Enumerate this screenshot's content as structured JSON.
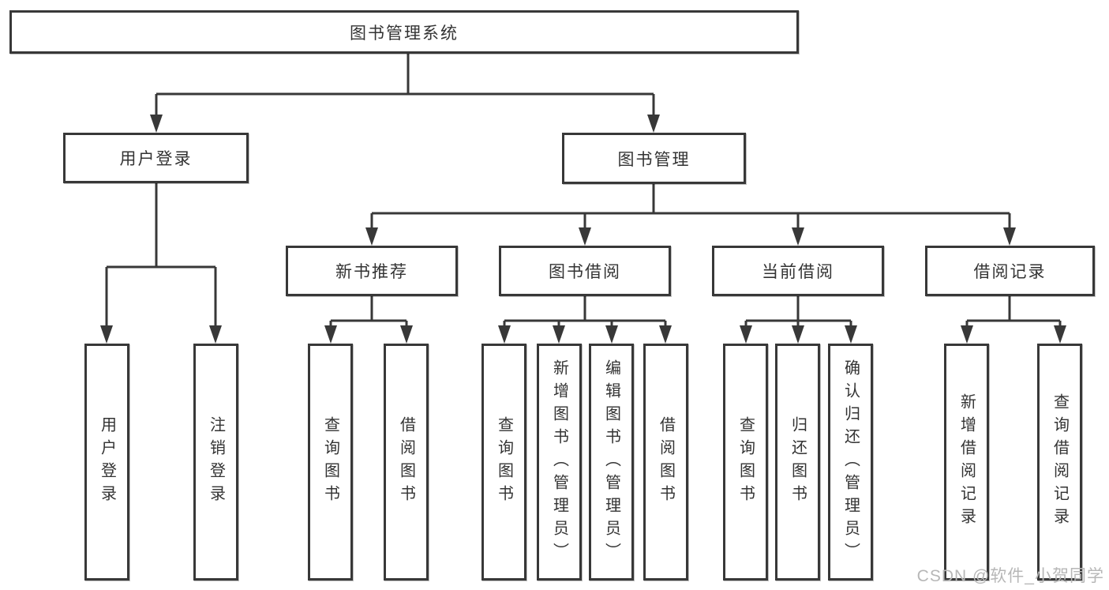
{
  "diagram": {
    "root": {
      "label": "图书管理系统"
    },
    "level2": {
      "user_login": {
        "label": "用户登录"
      },
      "book_management": {
        "label": "图书管理"
      }
    },
    "level3": {
      "new_books": {
        "label": "新书推荐"
      },
      "book_borrow": {
        "label": "图书借阅"
      },
      "current_borrow": {
        "label": "当前借阅"
      },
      "borrow_records": {
        "label": "借阅记录"
      }
    },
    "leaves": {
      "user_login": [
        "用户登录",
        "注销登录"
      ],
      "new_books": [
        "查询图书",
        "借阅图书"
      ],
      "book_borrow": [
        "查询图书",
        "新增图书（管理员）",
        "编辑图书（管理员）",
        "借阅图书"
      ],
      "current_borrow": [
        "查询图书",
        "归还图书",
        "确认归还（管理员）"
      ],
      "borrow_records": [
        "新增借阅记录",
        "查询借阅记录"
      ]
    }
  },
  "watermark": {
    "text": "CSDN @软件_小贺同学"
  },
  "colors": {
    "line": "#383838",
    "box_border": "#383838",
    "text": "#333333",
    "watermark": "#b7b7b7",
    "background": "#ffffff"
  }
}
